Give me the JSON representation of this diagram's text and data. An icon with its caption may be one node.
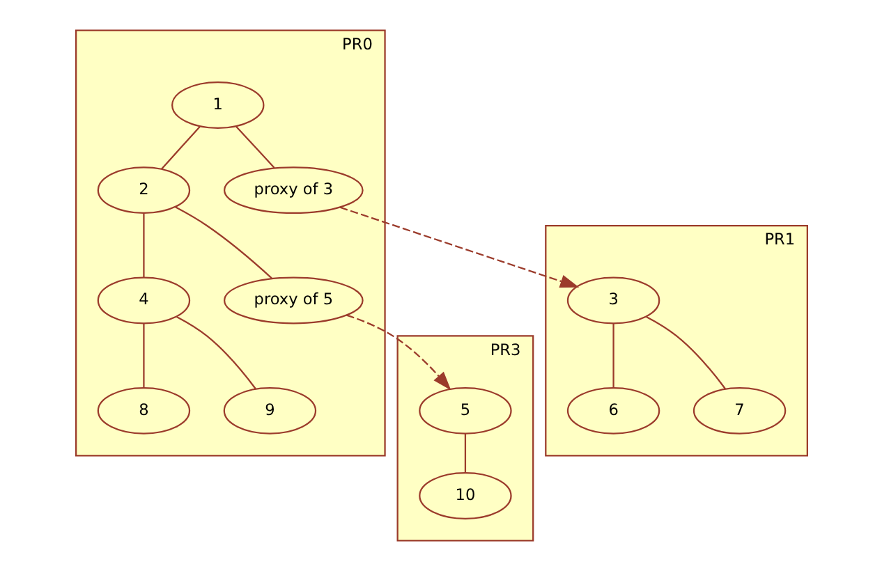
{
  "diagram": {
    "nodes": [
      {
        "text": [
          "PR0"
        ]
      },
      {
        "text": [
          "1"
        ],
        "in": 0
      },
      {
        "text": [
          "2"
        ],
        "in": 0
      },
      {
        "text": [
          "proxy of 3"
        ],
        "in": 0
      },
      {
        "text": [
          "4"
        ],
        "in": 0
      },
      {
        "text": [
          "proxy of 5"
        ],
        "in": 0
      },
      {
        "text": [
          "8"
        ],
        "in": 0
      },
      {
        "text": [
          "9"
        ],
        "in": 0
      },
      {
        "text": [
          "PR1"
        ]
      },
      {
        "text": [
          "3"
        ],
        "in": 8
      },
      {
        "text": [
          "6"
        ],
        "in": 8
      },
      {
        "text": [
          "7"
        ],
        "in": 8
      },
      {
        "text": [
          "PR3"
        ]
      },
      {
        "text": [
          "5"
        ],
        "in": 12
      },
      {
        "text": [
          "10"
        ],
        "in": 12
      }
    ],
    "edges": [
      {
        "from": 1,
        "to": 2,
        "arrow": "none"
      },
      {
        "from": 1,
        "to": 3,
        "arrow": "none"
      },
      {
        "from": 2,
        "to": 4,
        "arrow": "none"
      },
      {
        "from": 2,
        "to": 5,
        "arrow": "none"
      },
      {
        "from": 4,
        "to": 6,
        "arrow": "none"
      },
      {
        "from": 4,
        "to": 7,
        "arrow": "none"
      },
      {
        "from": 3,
        "to": 9,
        "arrow": "to",
        "style": "dashed"
      },
      {
        "from": 9,
        "to": 10,
        "arrow": "none"
      },
      {
        "from": 9,
        "to": 11,
        "arrow": "none"
      },
      {
        "from": 5,
        "to": 13,
        "arrow": "to",
        "style": "dashed"
      },
      {
        "from": 13,
        "to": 14,
        "arrow": "none"
      }
    ]
  }
}
